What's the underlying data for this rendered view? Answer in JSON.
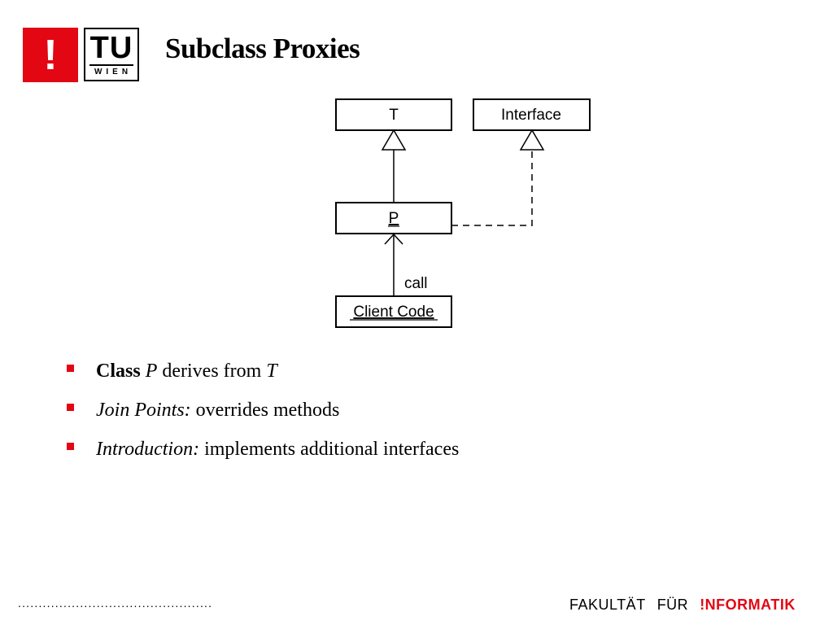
{
  "header": {
    "logo_exclaim": "!",
    "logo_tu": "TU",
    "logo_wien": "WIEN",
    "title": "Subclass Proxies"
  },
  "diagram": {
    "boxes": {
      "t": "T",
      "interface": "Interface",
      "p": "P",
      "client": "Client Code"
    },
    "call_label": "call"
  },
  "bullets": [
    {
      "parts": [
        "Class",
        " ",
        "P",
        " derives from ",
        "T"
      ]
    },
    {
      "parts": [
        "Join Points:",
        " overrides methods"
      ]
    },
    {
      "parts": [
        "Introduction:",
        " implements additional interfaces"
      ]
    }
  ],
  "footer": {
    "dots": "...............................................",
    "fakultaet": "FAKULTÄT",
    "fuer": "FÜR",
    "informatik": "!NFORMATIK"
  },
  "colors": {
    "accent": "#e30613"
  }
}
